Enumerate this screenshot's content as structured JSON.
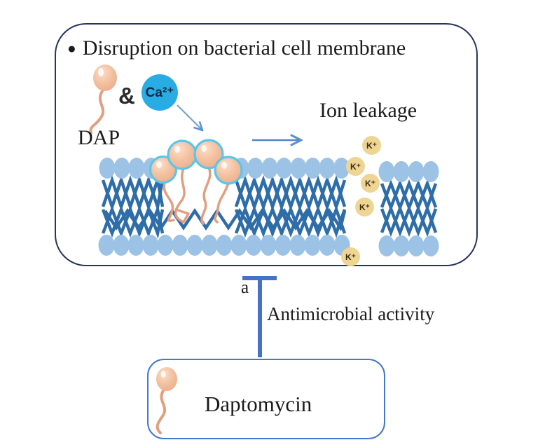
{
  "title": {
    "bullet": "●",
    "text": "Disruption on bacterial cell membrane"
  },
  "reactants": {
    "dap_label": "DAP",
    "ampersand": "&",
    "calcium_label": "Ca²⁺"
  },
  "membrane": {
    "ion_leakage_label": "Ion leakage",
    "k_ion_label": "K⁺"
  },
  "inhibition": {
    "marker_label": "a",
    "activity_label": "Antimicrobial activity"
  },
  "drug_box": {
    "label": "Daptomycin"
  },
  "colors": {
    "lipid_head": "#9CC2E5",
    "lipid_tail": "#2E6DA8",
    "dap_body": "#F3C1A1",
    "dap_tail": "#E19F7F",
    "dap_calcium_ring": "#5BC6E8",
    "calcium_fill": "#29ACE3",
    "potassium_fill": "#EFD593",
    "panel_border": "#26345E",
    "drug_panel_border": "#4678C8",
    "inhibition_bar": "#4472C4",
    "arrow_blue": "#5B8FD0"
  }
}
